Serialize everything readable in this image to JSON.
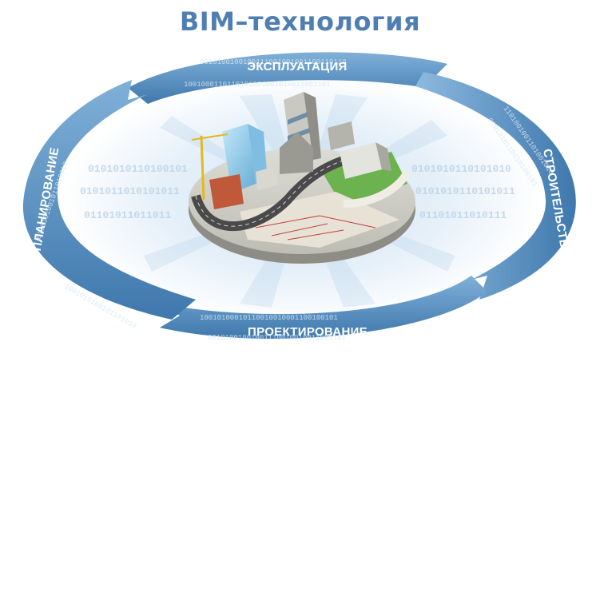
{
  "title": "BIM–технология",
  "stages": {
    "top": "ЭКСПЛУАТАЦИЯ",
    "right": "СТРОИТЕЛЬСТВО",
    "bottom": "ПРОЕКТИРОВАНИЕ",
    "left": "ПЛАНИРОВАНИЕ"
  },
  "colors": {
    "title": "#4f7fb2",
    "ring": "#4f86b8",
    "ring_light": "#8db7d8",
    "background_glow": "#d7e8f5"
  }
}
